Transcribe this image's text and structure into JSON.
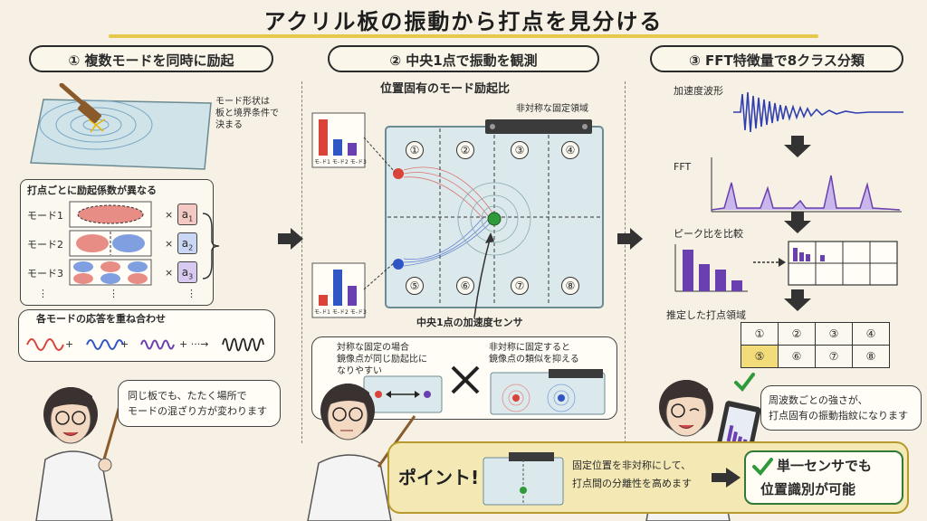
{
  "title": "アクリル板の振動から打点を見分ける",
  "sections": [
    {
      "label": "① 複数モードを同時に励起"
    },
    {
      "label": "② 中央1点で振動を観測"
    },
    {
      "label": "③ FFT特徴量で8クラス分類"
    }
  ],
  "section1": {
    "mode_shape_note": [
      "モード形状は",
      "板と境界条件で",
      "決まる"
    ],
    "coef_heading": "打点ごとに励起係数が異なる",
    "modes": [
      {
        "label": "モード1",
        "coef": "a",
        "sub": "1"
      },
      {
        "label": "モード2",
        "coef": "a",
        "sub": "2"
      },
      {
        "label": "モード3",
        "coef": "a",
        "sub": "3"
      }
    ],
    "times": "×",
    "ellipsis": "⋮",
    "superpose_heading": "各モードの応答を重ね合わせ",
    "plus": "+",
    "dots": "+ ···→",
    "speech": [
      "同じ板でも、たたく場所で",
      "モードの混ざり方が変わります"
    ]
  },
  "section2": {
    "subtitle": "位置固有のモード励起比",
    "asym_label": "非対称な固定領域",
    "bar_labels": [
      "モード1",
      "モード2",
      "モード3"
    ],
    "bar_labels_short": "モ-ド1 モ-ド2 モ-ド3",
    "cells_top": [
      "①",
      "②",
      "③",
      "④"
    ],
    "cells_bottom": [
      "⑤",
      "⑥",
      "⑦",
      "⑧"
    ],
    "sensor_label": "中央1点の加速度センサ",
    "sym_note": [
      "対称な固定の場合",
      "鏡像点が同じ励起比に",
      "なりやすい"
    ],
    "asym_note": [
      "非対称に固定すると",
      "鏡像点の類似を抑える"
    ]
  },
  "section3": {
    "accel_label": "加速度波形",
    "fft_label": "FFT",
    "peak_label": "ピーク比を比較",
    "est_label": "推定した打点領域",
    "grid_top": [
      "①",
      "②",
      "③",
      "④"
    ],
    "grid_bottom": [
      "⑤",
      "⑥",
      "⑦",
      "⑧"
    ],
    "selected": "⑤",
    "speech": [
      "周波数ごとの強さが、",
      "打点固有の振動指紋になります"
    ]
  },
  "point": {
    "badge": "ポイント!",
    "text": [
      "固定位置を非対称にして、",
      "打点間の分離性を高めます"
    ],
    "result": [
      "単一センサでも",
      "位置識別が可能"
    ]
  },
  "colors": {
    "red": "#d9433a",
    "blue": "#2f56c4",
    "purple": "#6a3fb0",
    "yellow": "#e6c84a",
    "green": "#2e9a3a"
  }
}
